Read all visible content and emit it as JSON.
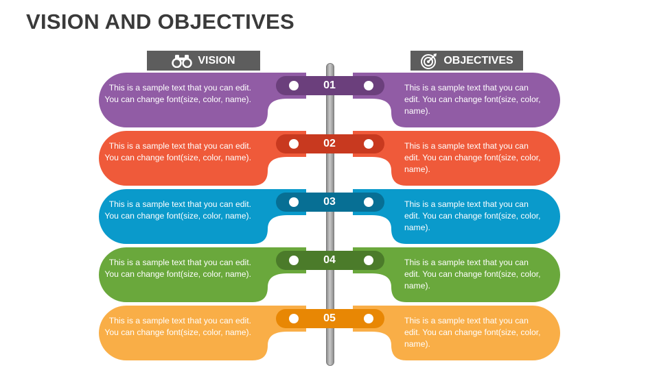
{
  "title": "VISION AND OBJECTIVES",
  "headers": {
    "vision": {
      "label": "VISION",
      "icon": "binoculars-icon"
    },
    "objectives": {
      "label": "OBJECTIVES",
      "icon": "target-icon"
    }
  },
  "rows": [
    {
      "num": "01",
      "color": "#915ca5",
      "dark": "#6b3f7c",
      "left_text": "This is a sample text that you can edit. You can change font(size, color, name).",
      "right_text": "This is a sample text that you can edit. You can change font(size, color, name)."
    },
    {
      "num": "02",
      "color": "#ef5a3a",
      "dark": "#c8391f",
      "left_text": "This is a sample text that you can edit. You can change font(size, color, name).",
      "right_text": "This is a sample text that you can edit. You can change font(size, color, name)."
    },
    {
      "num": "03",
      "color": "#0a9acb",
      "dark": "#076f94",
      "left_text": "This is a sample text that you can edit. You can change font(size, color, name).",
      "right_text": "This is a sample text that you can edit. You can change font(size, color, name)."
    },
    {
      "num": "04",
      "color": "#6aa83c",
      "dark": "#4b7b2a",
      "left_text": "This is a sample text that you can edit. You can change font(size, color, name).",
      "right_text": "This is a sample text that you can edit. You can change font(size, color, name)."
    },
    {
      "num": "05",
      "color": "#f9ae47",
      "dark": "#e88704",
      "left_text": "This is a sample text that you can edit. You can change font(size, color, name).",
      "right_text": "This is a sample text that you can edit. You can change font(size, color, name)."
    }
  ]
}
